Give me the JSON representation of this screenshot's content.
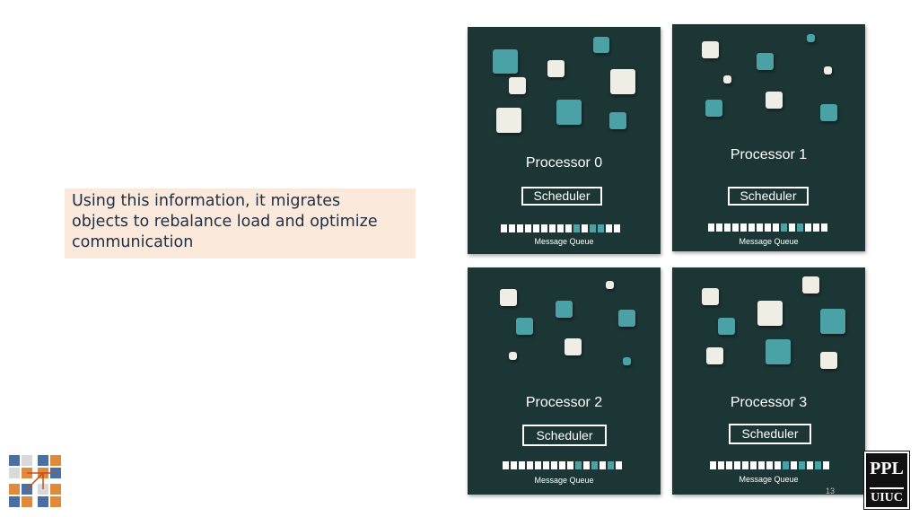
{
  "callout": {
    "text": "Using this information, it migrates\nobjects to rebalance load and optimize\ncommunication"
  },
  "processors": [
    {
      "title": "Processor 0",
      "scheduler_label": "Scheduler",
      "queue_label": "Message Queue",
      "queue_cells": [
        "white",
        "white",
        "white",
        "white",
        "white",
        "white",
        "white",
        "white",
        "white",
        "teal",
        "white",
        "teal",
        "teal",
        "white",
        "white"
      ],
      "colors": {
        "panel": "#1c3535",
        "teal": "#4ba2a6",
        "cream": "#f0ede4"
      }
    },
    {
      "title": "Processor 1",
      "scheduler_label": "Scheduler",
      "queue_label": "Message Queue",
      "queue_cells": [
        "white",
        "white",
        "white",
        "white",
        "white",
        "white",
        "white",
        "white",
        "white",
        "teal",
        "white",
        "teal",
        "white",
        "white",
        "white"
      ]
    },
    {
      "title": "Processor 2",
      "scheduler_label": "Scheduler",
      "queue_label": "Message Queue",
      "queue_cells": [
        "white",
        "white",
        "white",
        "white",
        "white",
        "white",
        "white",
        "white",
        "white",
        "teal",
        "white",
        "teal",
        "white",
        "teal",
        "white"
      ]
    },
    {
      "title": "Processor 3",
      "scheduler_label": "Scheduler",
      "queue_label": "Message Queue",
      "queue_cells": [
        "white",
        "white",
        "white",
        "white",
        "white",
        "white",
        "white",
        "white",
        "white",
        "teal",
        "white",
        "teal",
        "white",
        "teal",
        "white"
      ]
    }
  ],
  "page_number": "13",
  "logos": {
    "right_top": "PPL",
    "right_bottom": "UIUC",
    "left_icon": "charm-grid-logo-icon"
  }
}
